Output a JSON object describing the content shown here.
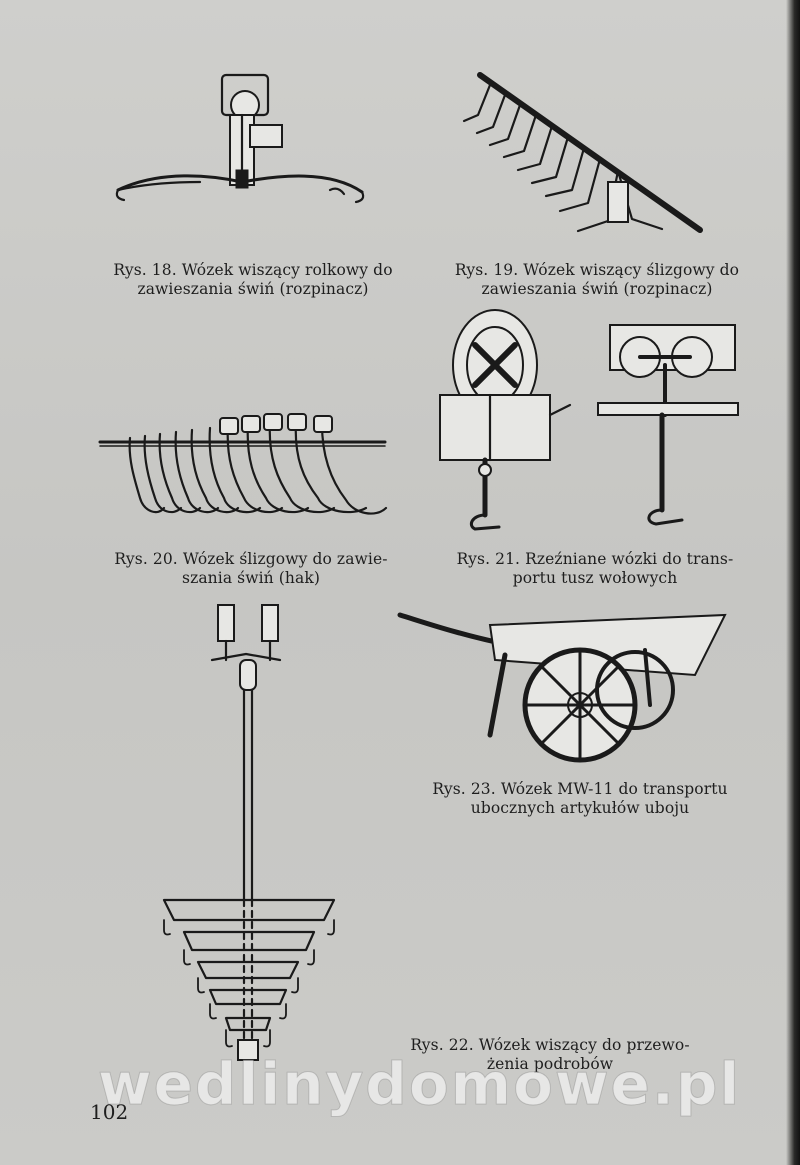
{
  "figures": {
    "fig18": {
      "caption_line1": "Rys. 18. Wózek wiszący rolkowy do",
      "caption_line2": "zawieszania świń (rozpinacz)"
    },
    "fig19": {
      "caption_line1": "Rys. 19. Wózek wiszący ślizgowy do",
      "caption_line2": "zawieszania świń (rozpinacz)"
    },
    "fig20": {
      "caption_line1": "Rys. 20. Wózek ślizgowy do zawie-",
      "caption_line2": "szania świń (hak)"
    },
    "fig21": {
      "caption_line1": "Rys. 21. Rzeźniane wózki do trans-",
      "caption_line2": "portu tusz wołowych"
    },
    "fig22": {
      "caption_line1": "Rys. 22. Wózek wiszący do przewo-",
      "caption_line2": "żenia podrobów"
    },
    "fig23": {
      "caption_line1": "Rys. 23. Wózek MW-11 do transportu",
      "caption_line2": "ubocznych artykułów uboju"
    }
  },
  "page_number": "102",
  "watermark": "wedlinydomowe.pl"
}
